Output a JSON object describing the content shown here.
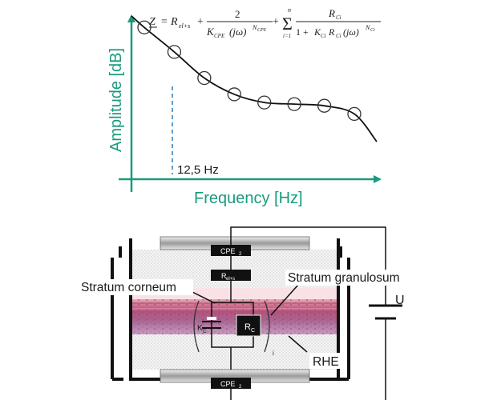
{
  "formula": {
    "lhs": "Z",
    "r_el": "R",
    "r_el_sub": "el+s",
    "num_cpe": "2",
    "den_k": "K",
    "den_k_sub": "CPE",
    "den_jw": "(jω)",
    "den_exp": "N",
    "den_exp_sub": "CPE",
    "sum_top": "n",
    "sum_bottom": "i=1",
    "num_rc": "R",
    "num_rc_sub": "Ci",
    "den2_one": "1 +",
    "den2_k": "K",
    "den2_k_sub": "Ci",
    "den2_r": "R",
    "den2_r_sub": "Ci",
    "den2_jw": "(jω)",
    "den2_exp": "N",
    "den2_exp_sub": "Ci",
    "equals": "=",
    "plus": "+"
  },
  "chart": {
    "ylabel": "Amplitude [dB]",
    "xlabel": "Frequency [Hz]",
    "marker_label": "12,5 Hz",
    "accent_color": "#1a9a7e",
    "marker_color": "#2b7bbd"
  },
  "chart_data": {
    "type": "line",
    "xlabel": "Frequency [Hz]",
    "ylabel": "Amplitude [dB]",
    "annotations": [
      "12,5 Hz"
    ],
    "grid": false,
    "series": [
      {
        "style": "measured points (open circles) with fitted curve",
        "values": [
          0.93,
          0.78,
          0.62,
          0.52,
          0.47,
          0.46,
          0.45,
          0.4
        ]
      }
    ]
  },
  "circuit": {
    "cpe_top": "CPE",
    "cpe_top_sub": "2",
    "r_el": "R",
    "r_el_sub": "el+s",
    "k_c": "K",
    "k_c_sub": "C",
    "r_c": "R",
    "r_c_sub": "C",
    "index_i": "i",
    "cpe_bottom": "CPE",
    "cpe_bottom_sub": "2",
    "voltage": "U",
    "label_corneum": "Stratum corneum",
    "label_granulosum": "Stratum granulosum",
    "label_rhe": "RHE"
  }
}
